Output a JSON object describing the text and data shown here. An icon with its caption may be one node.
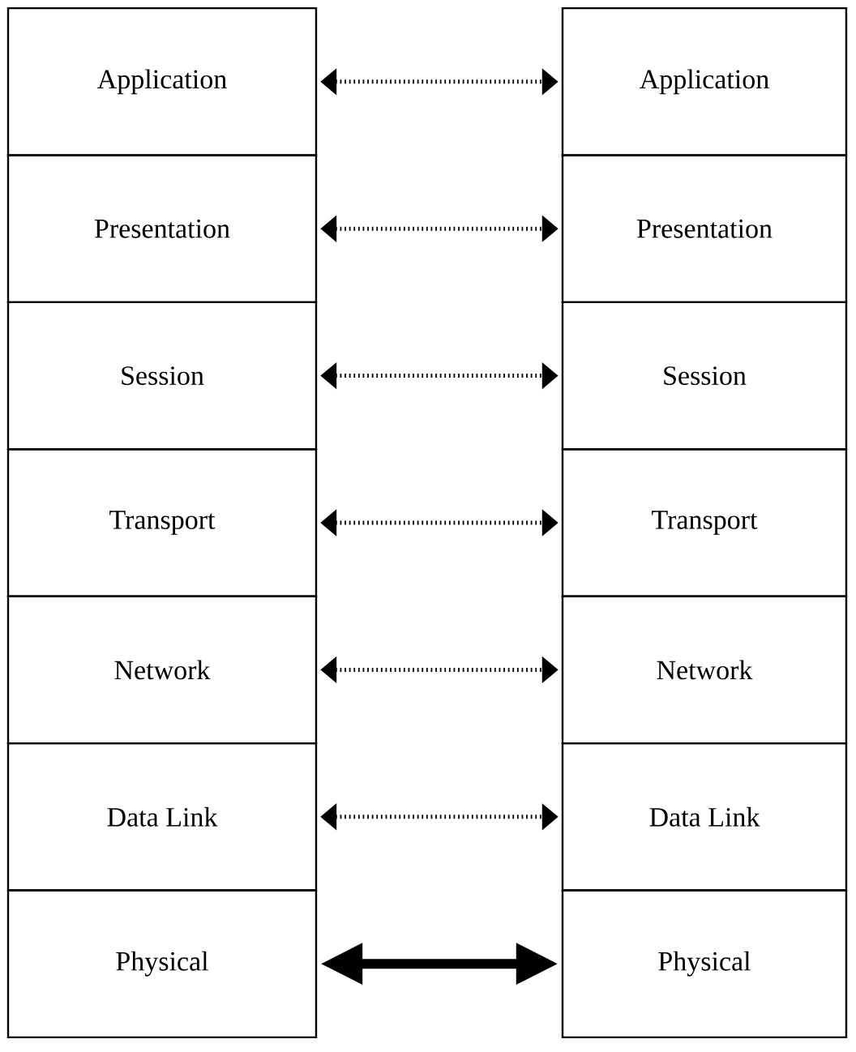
{
  "diagram": {
    "nodes": [
      {
        "text": [
          "Application"
        ]
      },
      {
        "text": [
          "Presentation"
        ]
      },
      {
        "text": [
          "Session"
        ]
      },
      {
        "text": [
          "Transport"
        ]
      },
      {
        "text": [
          "Network"
        ]
      },
      {
        "text": [
          "Data Link"
        ]
      },
      {
        "text": [
          "Physical"
        ]
      },
      {
        "text": [
          "Application"
        ]
      },
      {
        "text": [
          "Presentation"
        ]
      },
      {
        "text": [
          "Session"
        ]
      },
      {
        "text": [
          "Transport"
        ]
      },
      {
        "text": [
          "Network"
        ]
      },
      {
        "text": [
          "Data Link"
        ]
      },
      {
        "text": [
          "Physical"
        ]
      }
    ],
    "edges": [
      {
        "from": 0,
        "to": 7,
        "arrow": "both",
        "style": "dashed"
      },
      {
        "from": 1,
        "to": 8,
        "arrow": "both",
        "style": "dashed"
      },
      {
        "from": 2,
        "to": 9,
        "arrow": "both",
        "style": "dashed"
      },
      {
        "from": 3,
        "to": 10,
        "arrow": "both",
        "style": "dashed"
      },
      {
        "from": 4,
        "to": 11,
        "arrow": "both",
        "style": "dashed"
      },
      {
        "from": 5,
        "to": 12,
        "arrow": "both",
        "style": "dashed"
      },
      {
        "from": 6,
        "to": 13,
        "arrow": "both",
        "style": "thick"
      }
    ]
  }
}
